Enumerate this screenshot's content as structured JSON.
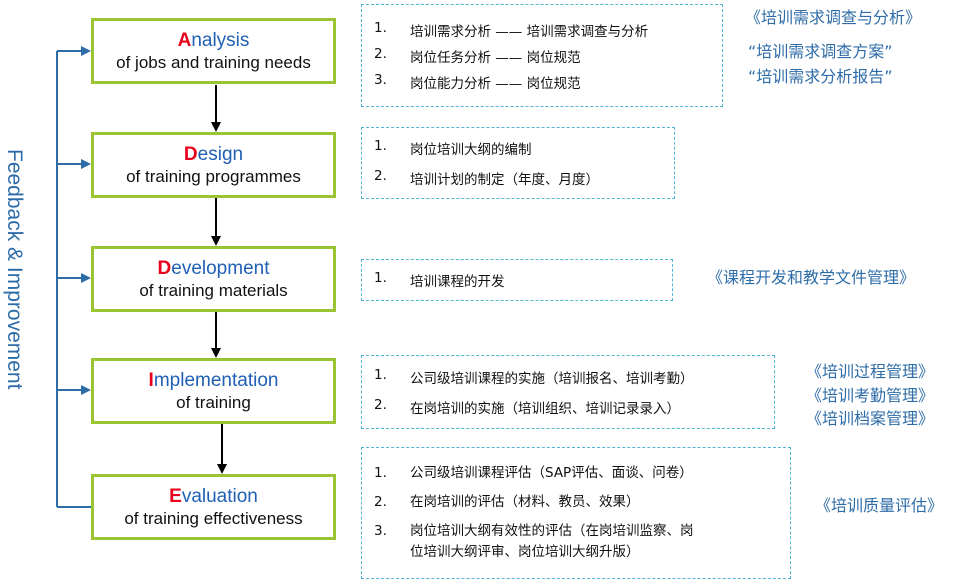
{
  "feedback_label": "Feedback & Improvement",
  "stages": [
    {
      "initial": "A",
      "title_rest": "nalysis",
      "subtitle": "of jobs and training needs",
      "items": [
        {
          "num": "1.",
          "text": "培训需求分析 —— 培训需求调查与分析"
        },
        {
          "num": "2.",
          "text": "岗位任务分析 —— 岗位规范"
        },
        {
          "num": "3.",
          "text": "岗位能力分析 —— 岗位规范"
        }
      ],
      "docs": [
        "《培训需求调查与分析》",
        "“培训需求调查方案”",
        "“培训需求分析报告”"
      ]
    },
    {
      "initial": "D",
      "title_rest": "esign",
      "subtitle": "of  training programmes",
      "items": [
        {
          "num": "1.",
          "text": "岗位培训大纲的编制"
        },
        {
          "num": "2.",
          "text": "培训计划的制定（年度、月度）"
        }
      ],
      "docs": []
    },
    {
      "initial": "D",
      "title_rest": "evelopment",
      "subtitle": "of training materials",
      "items": [
        {
          "num": "1.",
          "text": "培训课程的开发"
        }
      ],
      "docs": [
        "《课程开发和教学文件管理》"
      ]
    },
    {
      "initial": "I",
      "title_rest": "mplementation",
      "subtitle": "of training",
      "items": [
        {
          "num": "1.",
          "text": "公司级培训课程的实施（培训报名、培训考勤）"
        },
        {
          "num": "2.",
          "text": "在岗培训的实施（培训组织、培训记录录入）"
        }
      ],
      "docs": [
        "《培训过程管理》",
        "《培训考勤管理》",
        "《培训档案管理》"
      ]
    },
    {
      "initial": "E",
      "title_rest": "valuation",
      "subtitle": "of training effectiveness",
      "items": [
        {
          "num": "1.",
          "text": "公司级培训课程评估（SAP评估、面谈、问卷）"
        },
        {
          "num": "2.",
          "text": "在岗培训的评估（材料、教员、效果）"
        },
        {
          "num": "3.",
          "text": "岗位培训大纲有效性的评估（在岗培训监察、岗\n位培训大纲评审、岗位培训大纲升版）"
        }
      ],
      "docs": [
        "《培训质量评估》"
      ]
    }
  ]
}
